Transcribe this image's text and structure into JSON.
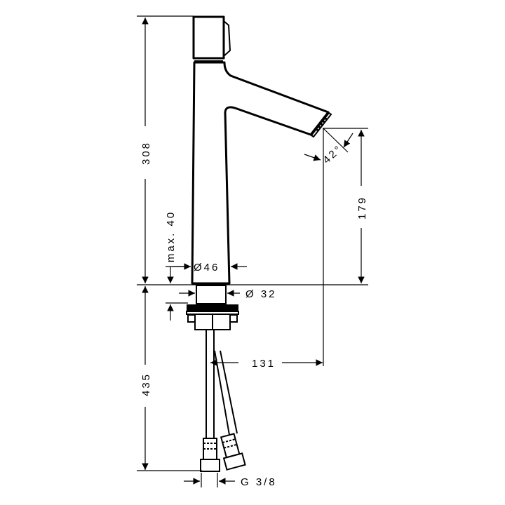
{
  "drawing": {
    "title": "Basin mixer technical dimension drawing",
    "background": "#ffffff",
    "line_color": "#000000"
  },
  "dimensions": {
    "total_height": "308",
    "spout_height": "179",
    "spout_angle": "42°",
    "max_deck_thickness": "max. 40",
    "body_diameter": "Ø46",
    "shank_diameter": "Ø 32",
    "below_deck_length": "435",
    "spout_reach": "131",
    "connection_thread": "G 3/8"
  }
}
